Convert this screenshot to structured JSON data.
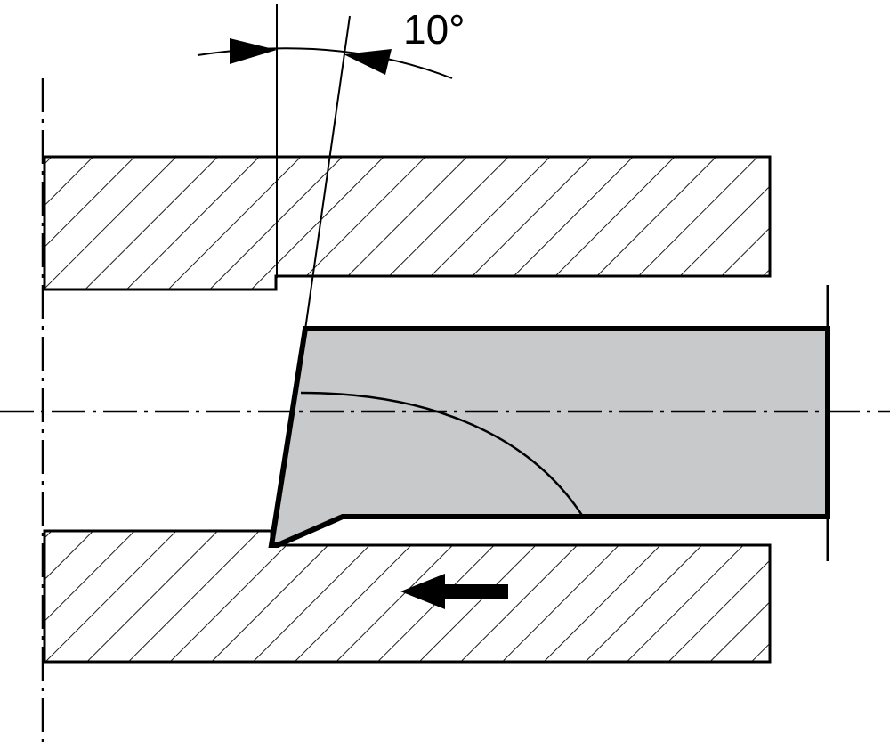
{
  "diagram": {
    "angle_label": "10°",
    "angle_degrees": 10,
    "feed_direction": "left"
  },
  "colors": {
    "line": "#000000",
    "tool_fill": "#c8c9cb",
    "background": "#ffffff"
  }
}
